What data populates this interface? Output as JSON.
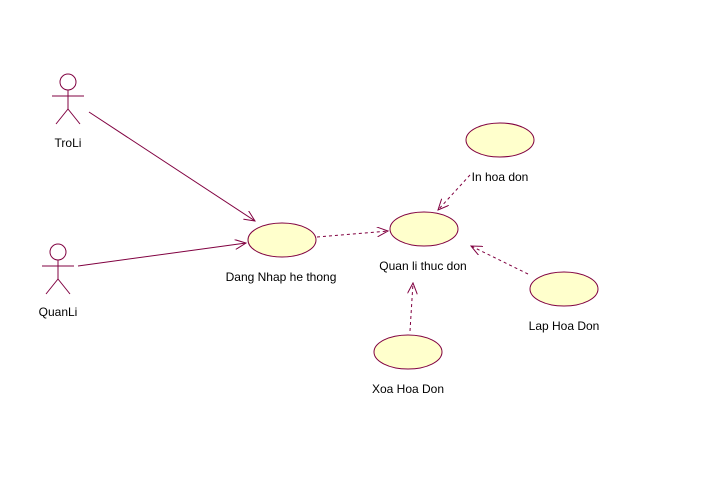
{
  "diagram": {
    "type": "use-case",
    "line_color": "#800040",
    "usecase_fill": "#ffffcc",
    "actors": [
      {
        "id": "troli",
        "label": "TroLi"
      },
      {
        "id": "quanli",
        "label": "QuanLi"
      }
    ],
    "usecases": [
      {
        "id": "dang-nhap",
        "label": "Dang Nhap he thong"
      },
      {
        "id": "quan-li-thuc-don",
        "label": "Quan li thuc don"
      },
      {
        "id": "in-hoa-don",
        "label": "In hoa don"
      },
      {
        "id": "lap-hoa-don",
        "label": "Lap Hoa Don"
      },
      {
        "id": "xoa-hoa-don",
        "label": "Xoa Hoa Don"
      }
    ],
    "relations": [
      {
        "from": "troli",
        "to": "dang-nhap",
        "style": "solid"
      },
      {
        "from": "quanli",
        "to": "dang-nhap",
        "style": "solid"
      },
      {
        "from": "dang-nhap",
        "to": "quan-li-thuc-don",
        "style": "dashed"
      },
      {
        "from": "in-hoa-don",
        "to": "quan-li-thuc-don",
        "style": "dashed"
      },
      {
        "from": "lap-hoa-don",
        "to": "quan-li-thuc-don",
        "style": "dashed"
      },
      {
        "from": "xoa-hoa-don",
        "to": "quan-li-thuc-don",
        "style": "dashed"
      }
    ]
  }
}
